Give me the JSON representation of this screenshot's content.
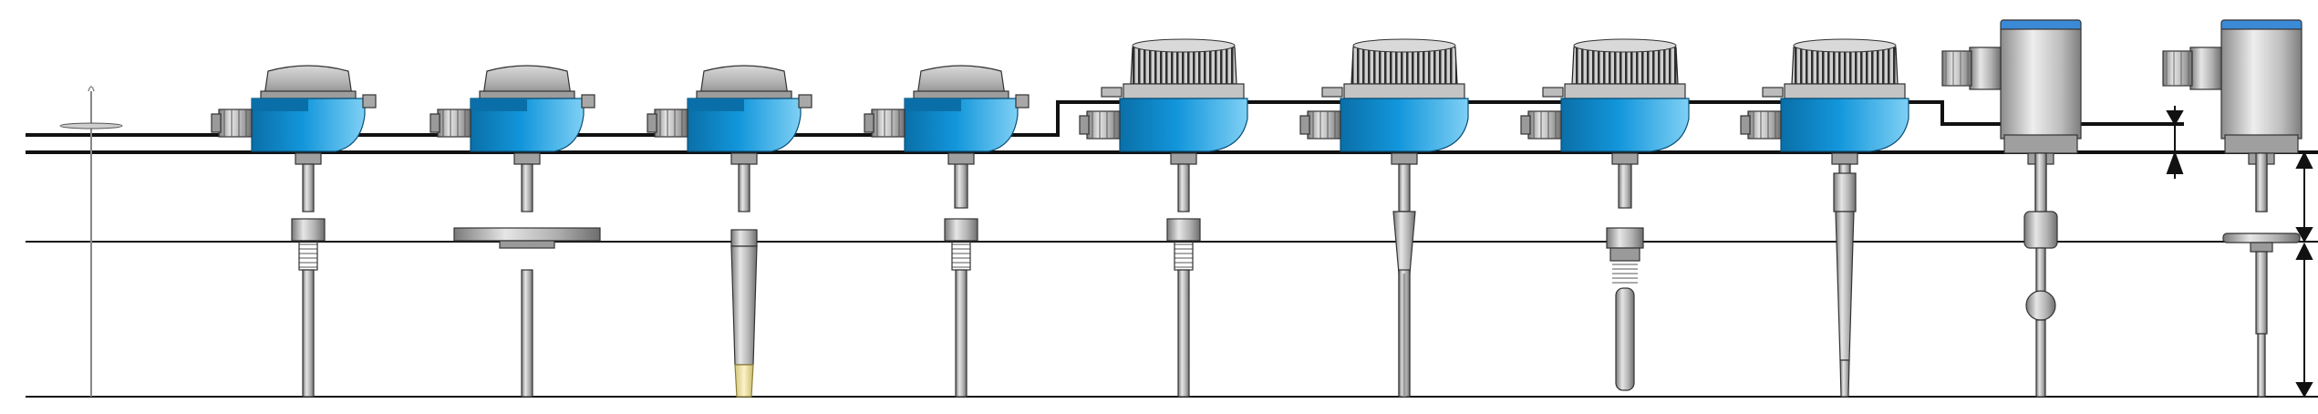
{
  "diagram": {
    "title": "",
    "colors": {
      "head_blue": "#1296db",
      "head_blue_dark": "#0a6fa8",
      "head_blue_light": "#63c3f0",
      "cover_grey": "#a9a9a9",
      "metal": "#b5b5b5",
      "metal_dark": "#6f6f6f",
      "tip_beige": "#f2e6a6",
      "line": "#111111",
      "stripe_blue": "#3b8ad8"
    },
    "instruments": [
      {
        "id": "1",
        "head": "none",
        "neck": "none",
        "process": "none",
        "insert": "thin"
      },
      {
        "id": "2",
        "head": "aluminium-blue",
        "neck": "short",
        "process": "thread",
        "insert": "straight"
      },
      {
        "id": "3",
        "head": "aluminium-blue",
        "neck": "short",
        "process": "flange",
        "insert": "straight"
      },
      {
        "id": "4",
        "head": "aluminium-blue",
        "neck": "short",
        "process": "weld-in",
        "insert": "ceramic-tip"
      },
      {
        "id": "5",
        "head": "aluminium-blue",
        "neck": "long",
        "process": "thread",
        "insert": "straight"
      },
      {
        "id": "6",
        "head": "ribbed-blue",
        "neck": "short",
        "process": "thread",
        "insert": "straight"
      },
      {
        "id": "7",
        "head": "ribbed-blue",
        "neck": "short",
        "process": "taper",
        "insert": "straight"
      },
      {
        "id": "8",
        "head": "ribbed-blue",
        "neck": "long",
        "process": "double-thread",
        "insert": "thick"
      },
      {
        "id": "9",
        "head": "ribbed-blue",
        "neck": "short",
        "process": "taper-long",
        "insert": "tapered"
      },
      {
        "id": "10",
        "head": "stainless",
        "neck": "short",
        "process": "compression",
        "insert": "ball"
      },
      {
        "id": "11",
        "head": "stainless",
        "neck": "short",
        "process": "clamp",
        "insert": "reduced"
      }
    ]
  }
}
